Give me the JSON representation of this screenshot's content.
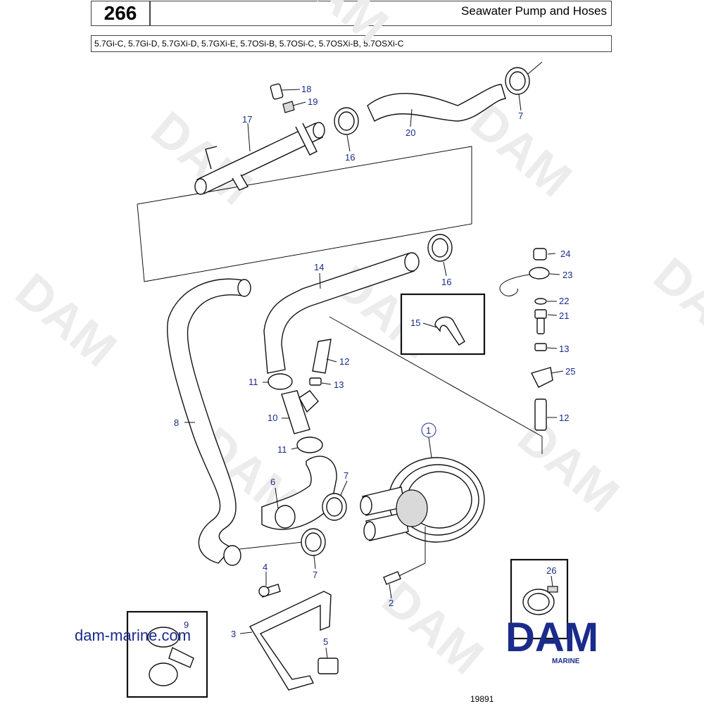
{
  "header": {
    "page_number": "266",
    "title": "Seawater Pump and Hoses",
    "models": "5.7Gi-C, 5.7Gi-D, 5.7GXi-D, 5.7GXi-E, 5.7OSi-B, 5.7OSi-C, 5.7OSXi-B, 5.7OSXi-C"
  },
  "callouts": {
    "c1": "1",
    "c2": "2",
    "c3": "3",
    "c4": "4",
    "c5": "5",
    "c6": "6",
    "c7a": "7",
    "c7b": "7",
    "c7c": "7",
    "c8": "8",
    "c9": "9",
    "c10": "10",
    "c11a": "11",
    "c11b": "11",
    "c12a": "12",
    "c12b": "12",
    "c13a": "13",
    "c13b": "13",
    "c14": "14",
    "c15": "15",
    "c16a": "16",
    "c16b": "16",
    "c17": "17",
    "c18": "18",
    "c19": "19",
    "c20": "20",
    "c21": "21",
    "c22": "22",
    "c23": "23",
    "c24": "24",
    "c25": "25",
    "c26": "26"
  },
  "footer": {
    "website": "dam-marine.com",
    "brand": "DAM",
    "brand_sub": "MARINE",
    "drawing_number": "19891"
  },
  "watermark": "DAM",
  "colors": {
    "callout": "#1a2b8c",
    "brand": "#1a2b8c",
    "line": "#111111"
  }
}
